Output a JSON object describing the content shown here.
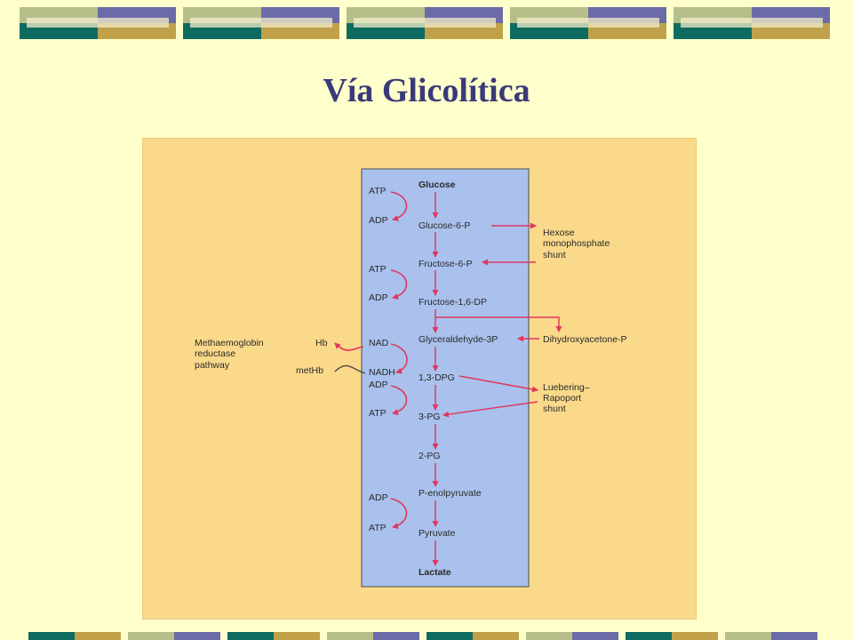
{
  "slide": {
    "title": "Vía Glicolítica",
    "colors": {
      "background": "#ffffcc",
      "title": "#3a3a7a",
      "panel": "#fbd98a",
      "pathway_box": "#a9c1ec",
      "arrow": "#e0365f"
    }
  },
  "diagram": {
    "main_chain": {
      "glucose": "Glucose",
      "g6p": "Glucose-6-P",
      "f6p": "Fructose-6-P",
      "f16dp": "Fructose-1,6-DP",
      "g3p": "Glyceraldehyde-3P",
      "dpg13": "1,3-DPG",
      "pg3": "3-PG",
      "pg2": "2-PG",
      "pep": "P-enolpyruvate",
      "pyruvate": "Pyruvate",
      "lactate": "Lactate"
    },
    "cofactors": {
      "atp1": "ATP",
      "adp1": "ADP",
      "atp2": "ATP",
      "adp2": "ADP",
      "nad": "NAD",
      "nadh": "NADH",
      "adp3": "ADP",
      "atp3": "ATP",
      "adp4": "ADP",
      "atp4": "ATP"
    },
    "side": {
      "hexose_1": "Hexose",
      "hexose_2": "monophosphate",
      "hexose_3": "shunt",
      "dhap": "Dihydroxyacetone-P",
      "lr_1": "Luebering–",
      "lr_2": "Rapoport",
      "lr_3": "shunt",
      "hb": "Hb",
      "methb": "metHb",
      "meth_1": "Methaemoglobin",
      "meth_2": "reductase",
      "meth_3": "pathway"
    }
  }
}
